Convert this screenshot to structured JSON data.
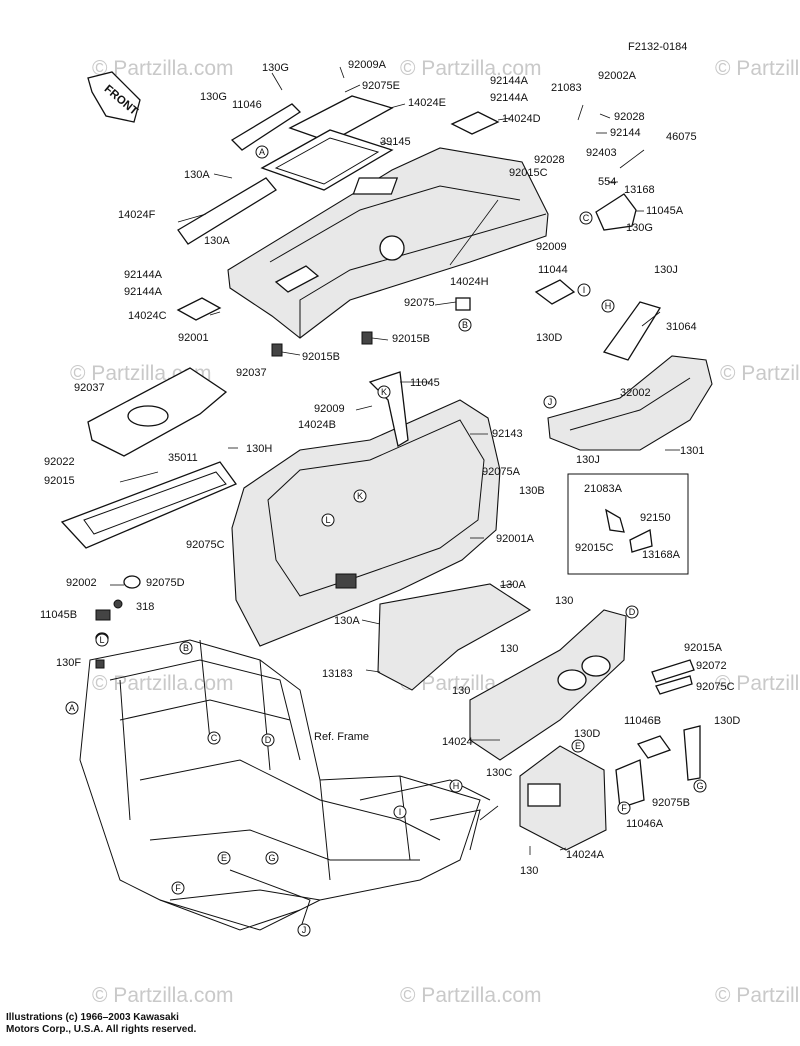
{
  "figure_code": "F2132-0184",
  "watermark": "© Partzilla.com",
  "copyright": [
    "Illustrations (c) 1966–2003 Kawasaki",
    "Motors Corp., U.S.A.  All rights reserved."
  ],
  "front_label": "FRONT",
  "ref_frame": "Ref. Frame",
  "parts": {
    "p130G_a": "130G",
    "p92009A": "92009A",
    "p92075E": "92075E",
    "p14024E": "14024E",
    "p130G_b": "130G",
    "p11046": "11046",
    "p39145": "39145",
    "p92144A_a": "92144A",
    "p92144A_b": "92144A",
    "p14024D": "14024D",
    "p21083": "21083",
    "p92002A": "92002A",
    "p92028_a": "92028",
    "p92144": "92144",
    "p46075": "46075",
    "p92403": "92403",
    "p92028_b": "92028",
    "p92015C_a": "92015C",
    "p554": "554",
    "p13168": "13168",
    "p11045A": "11045A",
    "p130G_c": "130G",
    "p130A_a": "130A",
    "p14024F": "14024F",
    "p130A_b": "130A",
    "p92009_a": "92009",
    "p92144A_c": "92144A",
    "p92144A_d": "92144A",
    "p14024C": "14024C",
    "p11044": "11044",
    "p130J_a": "130J",
    "p14024H": "14024H",
    "p92075": "92075",
    "p31064": "31064",
    "p130D_a": "130D",
    "p92015B_a": "92015B",
    "p92015B_b": "92015B",
    "p92001": "92001",
    "p92037_a": "92037",
    "p92037_b": "92037",
    "p32002": "32002",
    "p11045": "11045",
    "p92009_b": "92009",
    "p14024B": "14024B",
    "p92143": "92143",
    "p130J_b": "130J",
    "p1301": "1301",
    "p92022": "92022",
    "p35011": "35011",
    "p130H": "130H",
    "p92015": "92015",
    "p92075A": "92075A",
    "p130B": "130B",
    "p21083A": "21083A",
    "p92150": "92150",
    "p92015C_b": "92015C",
    "p13168A": "13168A",
    "p92075C_a": "92075C",
    "p92001A": "92001A",
    "p92002": "92002",
    "p92075D": "92075D",
    "p318": "318",
    "p11045B": "11045B",
    "p130A_c": "130A",
    "p130A_d": "130A",
    "p130_a": "130",
    "p130F": "130F",
    "p13183": "13183",
    "p130_b": "130",
    "p92015A": "92015A",
    "p92072": "92072",
    "p92075C_b": "92075C",
    "p130_c": "130",
    "p14024": "14024",
    "p130D_b": "130D",
    "p11046B": "11046B",
    "p130D_c": "130D",
    "p130C": "130C",
    "p92075B": "92075B",
    "p11046A": "11046A",
    "p14024A": "14024A",
    "p130_d": "130"
  },
  "ref_letters": [
    "A",
    "B",
    "C",
    "D",
    "E",
    "F",
    "G",
    "H",
    "I",
    "J",
    "K",
    "L"
  ]
}
